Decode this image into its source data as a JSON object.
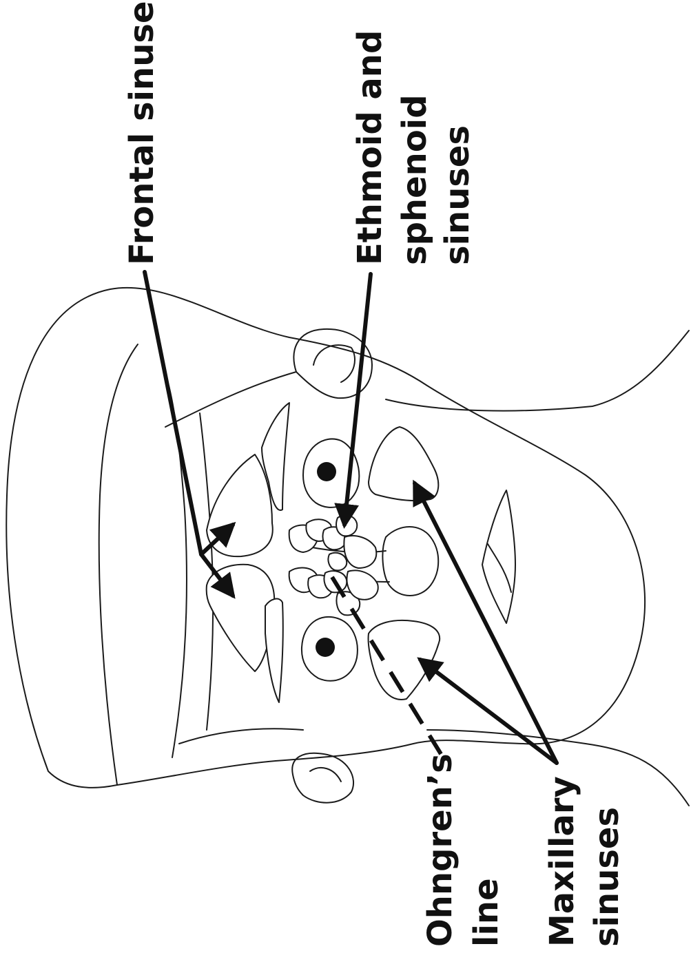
{
  "labels": {
    "frontal": "Frontal sinuses",
    "ethmoid_line1": "Ethmoid and",
    "ethmoid_line2": "sphenoid",
    "ethmoid_line3": "sinuses",
    "ohngren_line1": "Ohngren’s",
    "ohngren_line2": "line",
    "maxillary_line1": "Maxillary",
    "maxillary_line2": "sinuses"
  },
  "colors": {
    "ink": "#111111",
    "background": "#ffffff"
  }
}
